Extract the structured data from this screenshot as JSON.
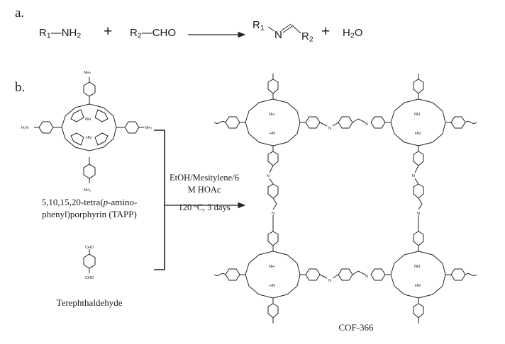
{
  "panel_a": {
    "label": "a.",
    "reactant1": "R",
    "reactant1_sub": "1",
    "reactant1_group": "—NH",
    "reactant1_group_sub": "2",
    "plus": "+",
    "reactant2": "R",
    "reactant2_sub": "2",
    "reactant2_group": "—CHO",
    "product_r1": "R",
    "product_r1_sub": "1",
    "product_n": "N",
    "product_r2": "R",
    "product_r2_sub": "2",
    "plus2": "+",
    "byproduct": "H",
    "byproduct_sub": "2",
    "byproduct_o": "O"
  },
  "panel_b": {
    "label": "b.",
    "tapp_caption_line1": "5,10,15,20-tetra(",
    "tapp_caption_p": "p",
    "tapp_caption_line1_end": "-amino-",
    "tapp_caption_line2": "phenyl)porphyrin (TAPP)",
    "tapp_nh2": "NH₂",
    "tapp_h2n": "H₂N",
    "tapp_nh": "NH",
    "tapp_hn": "HN",
    "tapp_n": "N",
    "tph_cho": "CHO",
    "tph_caption": "Terephthaldehyde",
    "condition_line1": "EtOH/Mesitylene/6",
    "condition_line2": "M HOAc",
    "condition_line3_pre": "120 ",
    "condition_line3_sup": "o",
    "condition_line3_post": "C, 3 days",
    "product_caption": "COF-366"
  }
}
